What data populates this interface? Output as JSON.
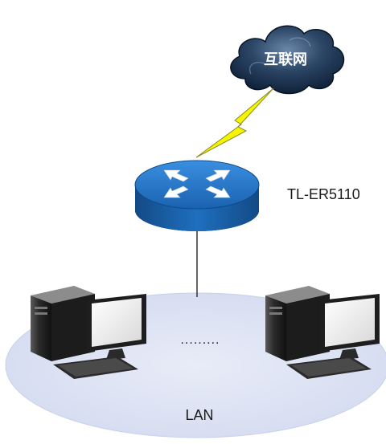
{
  "diagram": {
    "internet_label": "互联网",
    "router_label": "TL-ER5110",
    "lan_label": "LAN",
    "ellipsis": "........."
  },
  "colors": {
    "cloud_dark": "#0b1c33",
    "cloud_mid": "#3b5a7d",
    "bolt_fill": "#f5f500",
    "router_top": "#1f6fbf",
    "router_side": "#1a5aa0",
    "lan_fill": "#dde3f4",
    "pc_case": "#2a2a2a",
    "monitor_screen": "#f2f2f2",
    "link_line": "#333333"
  },
  "icons": [
    "cloud-icon",
    "lightning-bolt-icon",
    "router-icon",
    "desktop-computer-icon"
  ]
}
